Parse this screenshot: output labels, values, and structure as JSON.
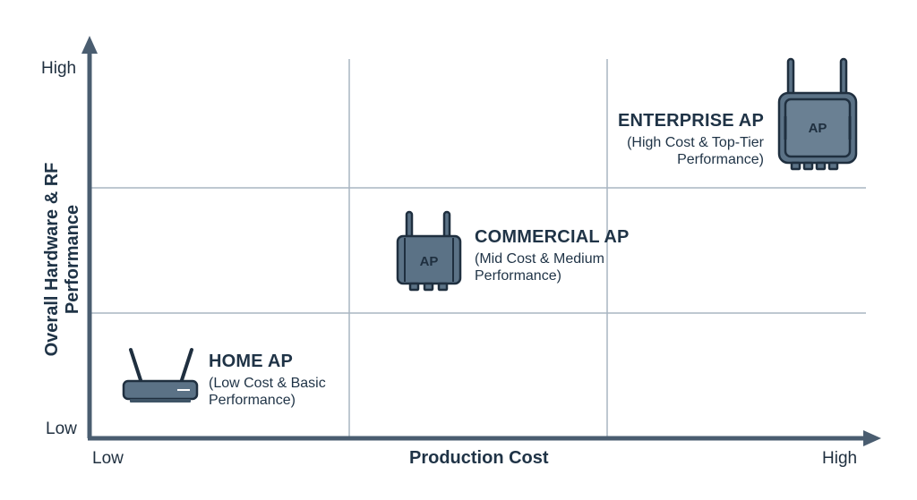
{
  "axes": {
    "x_title": "Production Cost",
    "y_title_line1": "Overall Hardware & RF",
    "y_title_line2": "Performance",
    "x_low": "Low",
    "x_high": "High",
    "y_low": "Low",
    "y_high": "High"
  },
  "devices": {
    "home": {
      "name": "HOME AP",
      "desc_line1": "(Low Cost & Basic",
      "desc_line2": "Performance)"
    },
    "commercial": {
      "name": "COMMERCIAL AP",
      "desc_line1": "(Mid Cost & Medium",
      "desc_line2": "Performance)",
      "icon_text": "AP"
    },
    "enterprise": {
      "name": "ENTERPRISE AP",
      "desc_line1": "(High Cost & Top-Tier",
      "desc_line2": "Performance)",
      "icon_text": "AP"
    }
  },
  "colors": {
    "axis": "#4a5d70",
    "grid": "#a9b6c2",
    "device_fill": "#5b7286",
    "device_stroke": "#1f2f3f",
    "text": "#1f3346"
  }
}
